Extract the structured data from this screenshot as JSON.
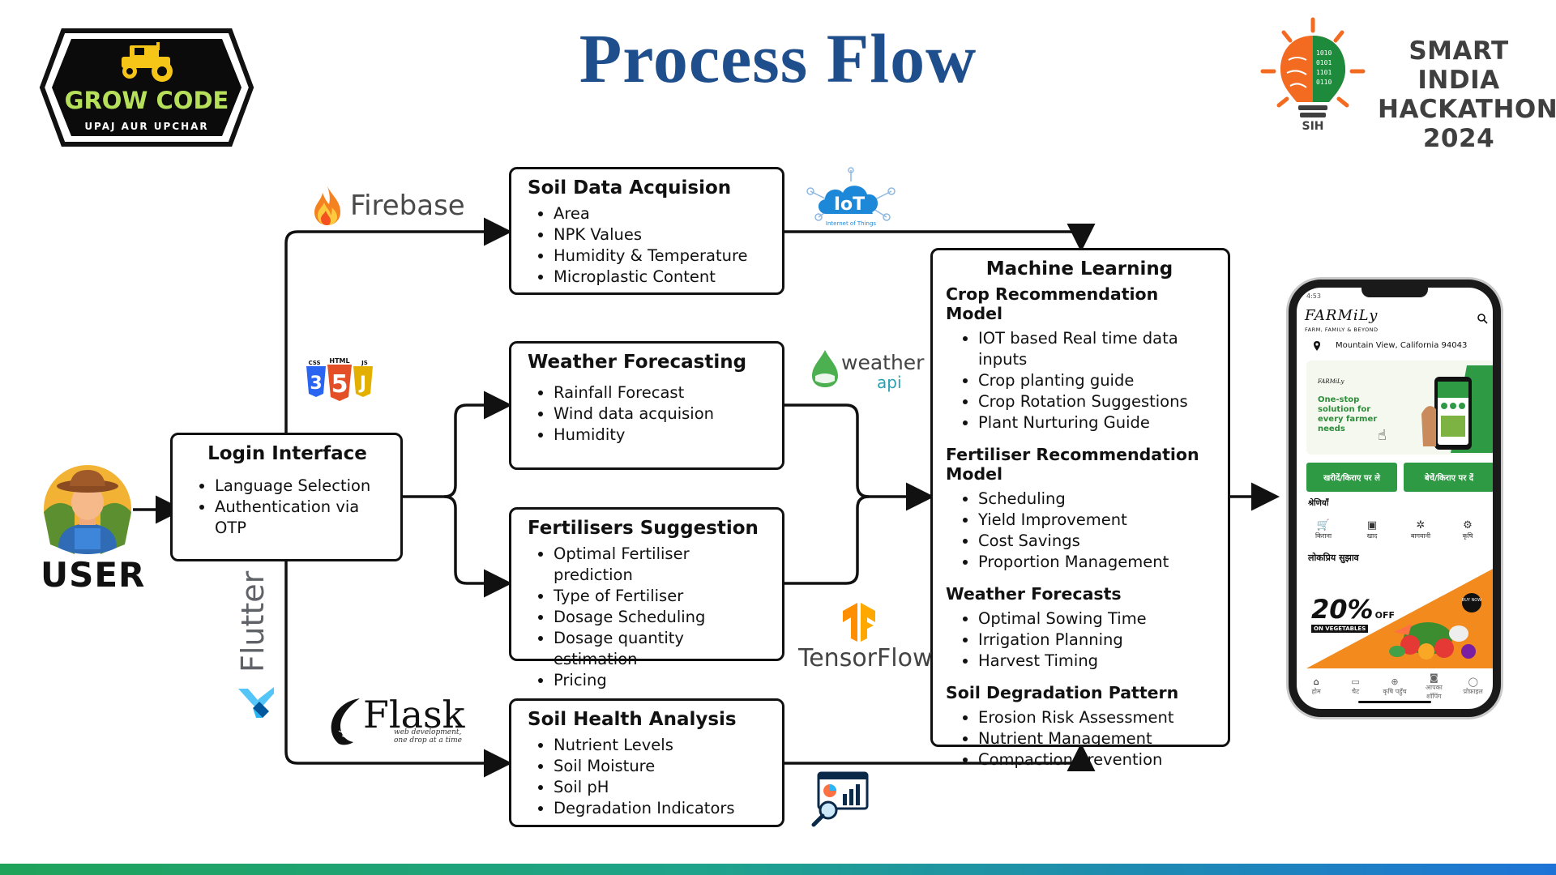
{
  "title": "Process Flow",
  "logos": {
    "grow_code": {
      "name": "GROW CODE",
      "tagline": "UPAJ AUR UPCHAR"
    },
    "sih": {
      "line1": "SMART INDIA",
      "line2": "HACKATHON",
      "line3": "2024",
      "badge": "SIH"
    }
  },
  "user": {
    "label": "USER"
  },
  "tech": {
    "firebase": "Firebase",
    "html_tag": "HTML",
    "css_tag": "CSS",
    "js_tag": "JS",
    "flutter": "Flutter",
    "flask": "Flask",
    "flask_tagline_1": "web development,",
    "flask_tagline_2": "one drop at a time",
    "iot": "IoT",
    "iot_caption": "Internet of Things",
    "weather": "weather",
    "weather_sub": "api",
    "tensorflow": "TensorFlow"
  },
  "boxes": {
    "login": {
      "title": "Login Interface",
      "items": [
        "Language Selection",
        "Authentication via OTP"
      ]
    },
    "soil_data": {
      "title": "Soil Data Acquision",
      "items": [
        "Area",
        "NPK Values",
        "Humidity & Temperature",
        "Microplastic Content"
      ]
    },
    "weather": {
      "title": "Weather Forecasting",
      "items": [
        "Rainfall Forecast",
        "Wind data acquision",
        "Humidity"
      ]
    },
    "fertilisers": {
      "title": "Fertilisers Suggestion",
      "items": [
        "Optimal Fertiliser prediction",
        "Type of Fertiliser",
        "Dosage Scheduling",
        "Dosage quantity estimation",
        "Pricing"
      ]
    },
    "soil_health": {
      "title": "Soil Health Analysis",
      "items": [
        "Nutrient Levels",
        "Soil Moisture",
        "Soil pH",
        "Degradation Indicators"
      ]
    },
    "ml": {
      "title": "Machine Learning",
      "sections": [
        {
          "title": "Crop Recommendation Model",
          "items": [
            "IOT based Real time data inputs",
            "Crop planting guide",
            "Crop Rotation Suggestions",
            "Plant Nurturing Guide"
          ]
        },
        {
          "title": "Fertiliser Recommendation Model",
          "items": [
            "Scheduling",
            "Yield Improvement",
            "Cost Savings",
            "Proportion Management"
          ]
        },
        {
          "title": "Weather Forecasts",
          "items": [
            "Optimal Sowing Time",
            "Irrigation Planning",
            "Harvest Timing"
          ]
        },
        {
          "title": "Soil Degradation Pattern",
          "items": [
            "Erosion Risk Assessment",
            "Nutrient Management",
            "Compaction Prevention"
          ]
        }
      ]
    }
  },
  "phone": {
    "status_time": "4:53",
    "brand": "FARMiLy",
    "tagline": "FARM, FAMILY & BEYOND",
    "location": "Mountain View, California 94043",
    "hero_text": "One-stop solution for every farmer needs",
    "hero_brand": "FARMiLy",
    "button_buy": "खरीदें/किराए पर ले",
    "button_sell": "बेचें/किराए पर दें",
    "categories_title": "श्रेणियाँ",
    "categories": [
      "किराना",
      "खाद",
      "बागवानी",
      "कृषि"
    ],
    "popular_title": "लोकप्रिय सुझाव",
    "promo_value": "20%",
    "promo_off": "OFF",
    "promo_sub": "ON VEGETABLES",
    "promo_badge": "BUY NOW",
    "nav": [
      "होम",
      "चैट",
      "कृषि पहुँच",
      "आपका शॉपिंग",
      "प्रोफ़ाइल"
    ]
  },
  "colors": {
    "title": "#1f4e8c",
    "grow_code_green": "#b6e05a",
    "grow_code_yellow": "#f5c518",
    "sih_orange": "#f26b21",
    "sih_green": "#1e8a3b",
    "phone_green": "#2e9a44",
    "promo_orange": "#f28a1e"
  }
}
